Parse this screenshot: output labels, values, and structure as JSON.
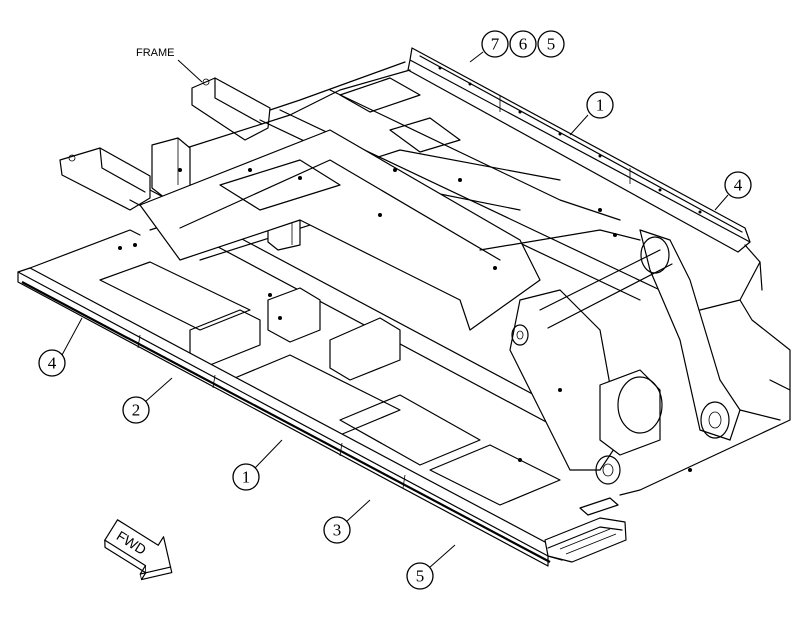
{
  "labels": {
    "frame": "FRAME",
    "fwd": "FWD"
  },
  "callouts": {
    "c7": "7",
    "c6": "6",
    "c5_top": "5",
    "c1_top": "1",
    "c4_right": "4",
    "c4_left": "4",
    "c2": "2",
    "c1_bottom": "1",
    "c3": "3",
    "c5_bottom": "5"
  }
}
